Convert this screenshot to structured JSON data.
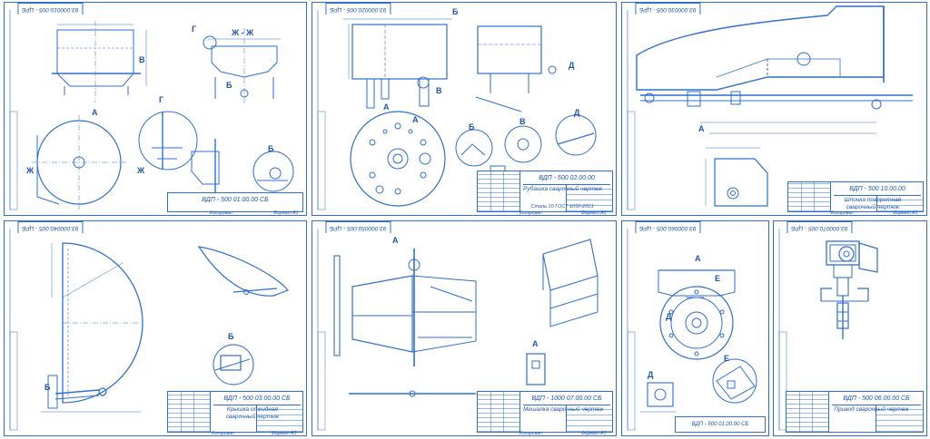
{
  "colors": {
    "line": "#2f6fd0",
    "text": "#1d55b0",
    "paper": "#ffffff"
  },
  "sheets": [
    {
      "code_top": "93.000010.005 - ЦРБ",
      "title_code": "ВДП - 500 01.00.00 СБ",
      "title_name": "",
      "title_sub": "",
      "view_labels": [
        "Ж - Ж",
        "Г",
        "Б",
        "А",
        "В",
        "Г",
        "Б",
        "Ж",
        "Ж"
      ]
    },
    {
      "code_top": "93.000020.005 - ЦРБ",
      "title_code": "ВДП - 500 02.00.00",
      "title_name": "Рубашка сварочный чертеж",
      "title_sub": "Сталь 10 ГОСТ 1050-2013",
      "view_labels": [
        "Б",
        "А",
        "В",
        "Д",
        "А",
        "Б",
        "В",
        "Д"
      ]
    },
    {
      "code_top": "93.000030.005 - ЦРБ",
      "title_code": "ВДП - 500 10.00.00",
      "title_name": "Шпонка поворотная сварочный чертеж",
      "title_sub": "",
      "view_labels": [
        "А"
      ]
    },
    {
      "code_top": "93.000040.005 - ЦРБ",
      "title_code": "ВДП - 500 03.00.00 СБ",
      "title_name": "Крышка откидная сварочный чертеж",
      "title_sub": "",
      "view_labels": [
        "Б",
        "Б"
      ]
    },
    {
      "code_top": "93.000050.005 - ЦРБ",
      "title_code": "ВДП - 1000 07.00.00 СБ",
      "title_name": "Мешалка сварочный чертеж",
      "title_sub": "",
      "view_labels": [
        "А",
        "А"
      ]
    },
    {
      "code_top": "93.000060.005 - ЦРБ",
      "title_code": "ВДП - 500 01.00.00 СБ",
      "title_name": "",
      "title_sub": "",
      "view_labels": [
        "А",
        "Е",
        "Д",
        "Е",
        "Д"
      ]
    },
    {
      "code_top": "93.000070.005 - ЦРБ",
      "title_code": "ВДП - 500 06.00.00 СБ",
      "title_name": "Привод сварочный чертеж",
      "title_sub": "",
      "view_labels": []
    }
  ],
  "footer": {
    "copied": "Копировал",
    "format": "Формат  А1"
  }
}
